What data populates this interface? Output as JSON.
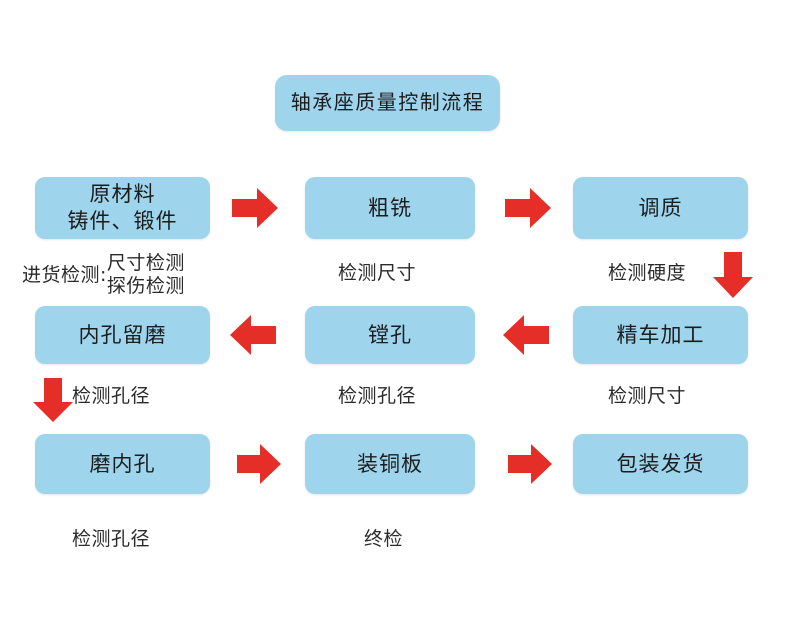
{
  "diagram": {
    "title": "轴承座质量控制流程",
    "accent_box_color": "#9ED5ED",
    "accent_arrow_color": "#E62E29",
    "text_color": "#1c1c1c"
  },
  "nodes": {
    "raw_material_line1": "原材料",
    "raw_material_line2": "铸件、锻件",
    "rough_milling": "粗铣",
    "quench_temper": "调质",
    "bore_reserve_grind": "内孔留磨",
    "boring": "镗孔",
    "fine_turning": "精车加工",
    "grind_bore": "磨内孔",
    "mount_copper_plate": "装铜板",
    "package_ship": "包装发货"
  },
  "captions": {
    "incoming_label": "进货检测:",
    "incoming_line1": "尺寸检测",
    "incoming_line2": "探伤检测",
    "check_dimension_1": "检测尺寸",
    "check_hardness": "检测硬度",
    "check_bore_left": "检测孔径",
    "check_bore_middle": "检测孔径",
    "check_dimension_2": "检测尺寸",
    "check_bore_bottom": "检测孔径",
    "final_inspection": "终检"
  },
  "arrows": {
    "right_1_name": "arrow-right",
    "right_2_name": "arrow-right",
    "down_right_name": "arrow-down",
    "left_1_name": "arrow-left",
    "left_2_name": "arrow-left",
    "down_left_name": "arrow-down",
    "right_3_name": "arrow-right",
    "right_4_name": "arrow-right"
  }
}
